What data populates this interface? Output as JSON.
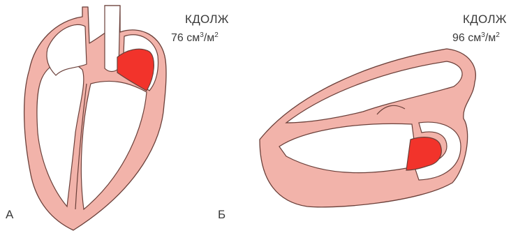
{
  "panel_a": {
    "letter": "А",
    "metric": "КДОЛЖ",
    "value": "76",
    "unit_base": "см",
    "unit_sup1": "3",
    "unit_sep": "/м",
    "unit_sup2": "2"
  },
  "panel_b": {
    "letter": "Б",
    "metric": "КДОЛЖ",
    "value": "96",
    "unit_base": "см",
    "unit_sup1": "3",
    "unit_sep": "/м",
    "unit_sup2": "2"
  },
  "colors": {
    "wall": "#f2b3aa",
    "outline": "#6a3f39",
    "highlight": "#f2332b",
    "background": "#ffffff"
  }
}
